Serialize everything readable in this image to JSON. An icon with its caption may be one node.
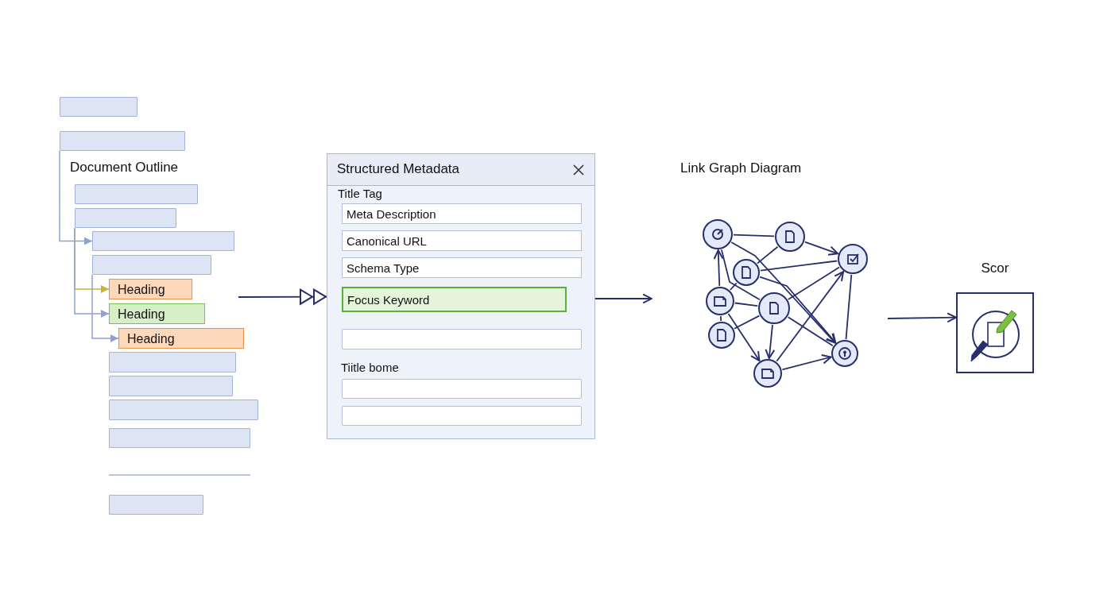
{
  "diagram": {
    "nodes": [
      {
        "text": [],
        "shape": "bar"
      },
      {
        "text": [],
        "shape": "bar"
      },
      {
        "text": [],
        "shape": "bar"
      },
      {
        "text": [],
        "shape": "bar"
      },
      {
        "text": [],
        "shape": "bar"
      },
      {
        "text": [],
        "shape": "bar"
      },
      {
        "text": [
          "Heading"
        ]
      },
      {
        "text": [
          "Heading"
        ]
      },
      {
        "text": [
          "Heading"
        ]
      },
      {
        "text": [],
        "shape": "bar"
      },
      {
        "text": [],
        "shape": "bar"
      },
      {
        "text": [],
        "shape": "bar"
      },
      {
        "text": [],
        "shape": "bar"
      },
      {
        "text": [],
        "shape": "bar"
      },
      {
        "text": [
          "Structured Metadata"
        ]
      },
      {
        "text": [
          "Meta Description"
        ],
        "in": 14
      },
      {
        "text": [
          "Canonical URL"
        ],
        "in": 14
      },
      {
        "text": [
          "Schema Type"
        ],
        "in": 14
      },
      {
        "text": [
          "Focus Keyword"
        ],
        "in": 14
      },
      {
        "text": [],
        "shape": "box",
        "in": 14
      },
      {
        "text": [],
        "shape": "box",
        "in": 14
      },
      {
        "text": [],
        "shape": "box",
        "in": 14
      },
      {
        "text": [],
        "shape": "circle"
      },
      {
        "text": [],
        "shape": "circle"
      },
      {
        "text": [],
        "shape": "circle"
      },
      {
        "text": [],
        "shape": "circle"
      },
      {
        "text": [],
        "shape": "circle"
      },
      {
        "text": [],
        "shape": "circle"
      },
      {
        "text": [],
        "shape": "circle"
      },
      {
        "text": [],
        "shape": "circle"
      },
      {
        "text": [],
        "shape": "circle"
      },
      {
        "text": [
          "Scor"
        ]
      }
    ],
    "edges": [
      {
        "from": 1,
        "to": 4,
        "arrow": "to",
        "color": "#8fa3cf"
      },
      {
        "from": 3,
        "to": 6,
        "arrow": "to",
        "color": "#c9b23a"
      },
      {
        "from": 3,
        "to": 7,
        "arrow": "to",
        "color": "#8fa3cf"
      },
      {
        "from": 5,
        "to": 8,
        "arrow": "to",
        "color": "#8fa3cf"
      },
      {
        "from": null,
        "to": 14,
        "arrow": "to"
      },
      {
        "from": 18,
        "to": null,
        "arrow": "to"
      },
      {
        "from": 22,
        "to": 23,
        "arrow": "none"
      },
      {
        "from": 23,
        "to": 24,
        "arrow": "to"
      },
      {
        "from": 23,
        "to": 25,
        "arrow": "none"
      },
      {
        "from": 22,
        "to": 29,
        "arrow": "to"
      },
      {
        "from": 22,
        "to": 27,
        "arrow": "none"
      },
      {
        "from": 25,
        "to": 24,
        "arrow": "none"
      },
      {
        "from": 26,
        "to": 22,
        "arrow": "to"
      },
      {
        "from": 26,
        "to": 25,
        "arrow": "none"
      },
      {
        "from": 26,
        "to": 27,
        "arrow": "none"
      },
      {
        "from": 26,
        "to": 30,
        "arrow": "to"
      },
      {
        "from": 28,
        "to": 26,
        "arrow": "none"
      },
      {
        "from": 28,
        "to": 27,
        "arrow": "none"
      },
      {
        "from": 27,
        "to": 24,
        "arrow": "none"
      },
      {
        "from": 27,
        "to": 30,
        "arrow": "to"
      },
      {
        "from": 27,
        "to": 29,
        "arrow": "none"
      },
      {
        "from": 25,
        "to": 29,
        "arrow": "to"
      },
      {
        "from": 30,
        "to": 24,
        "arrow": "to"
      },
      {
        "from": 30,
        "to": 29,
        "arrow": "to"
      },
      {
        "from": 29,
        "to": 24,
        "arrow": "none"
      },
      {
        "from": null,
        "to": 31,
        "arrow": "to"
      }
    ],
    "labels": [
      "Document Outline",
      "Title Tag",
      "Tiitle bome",
      "Link Graph Diagram"
    ]
  }
}
